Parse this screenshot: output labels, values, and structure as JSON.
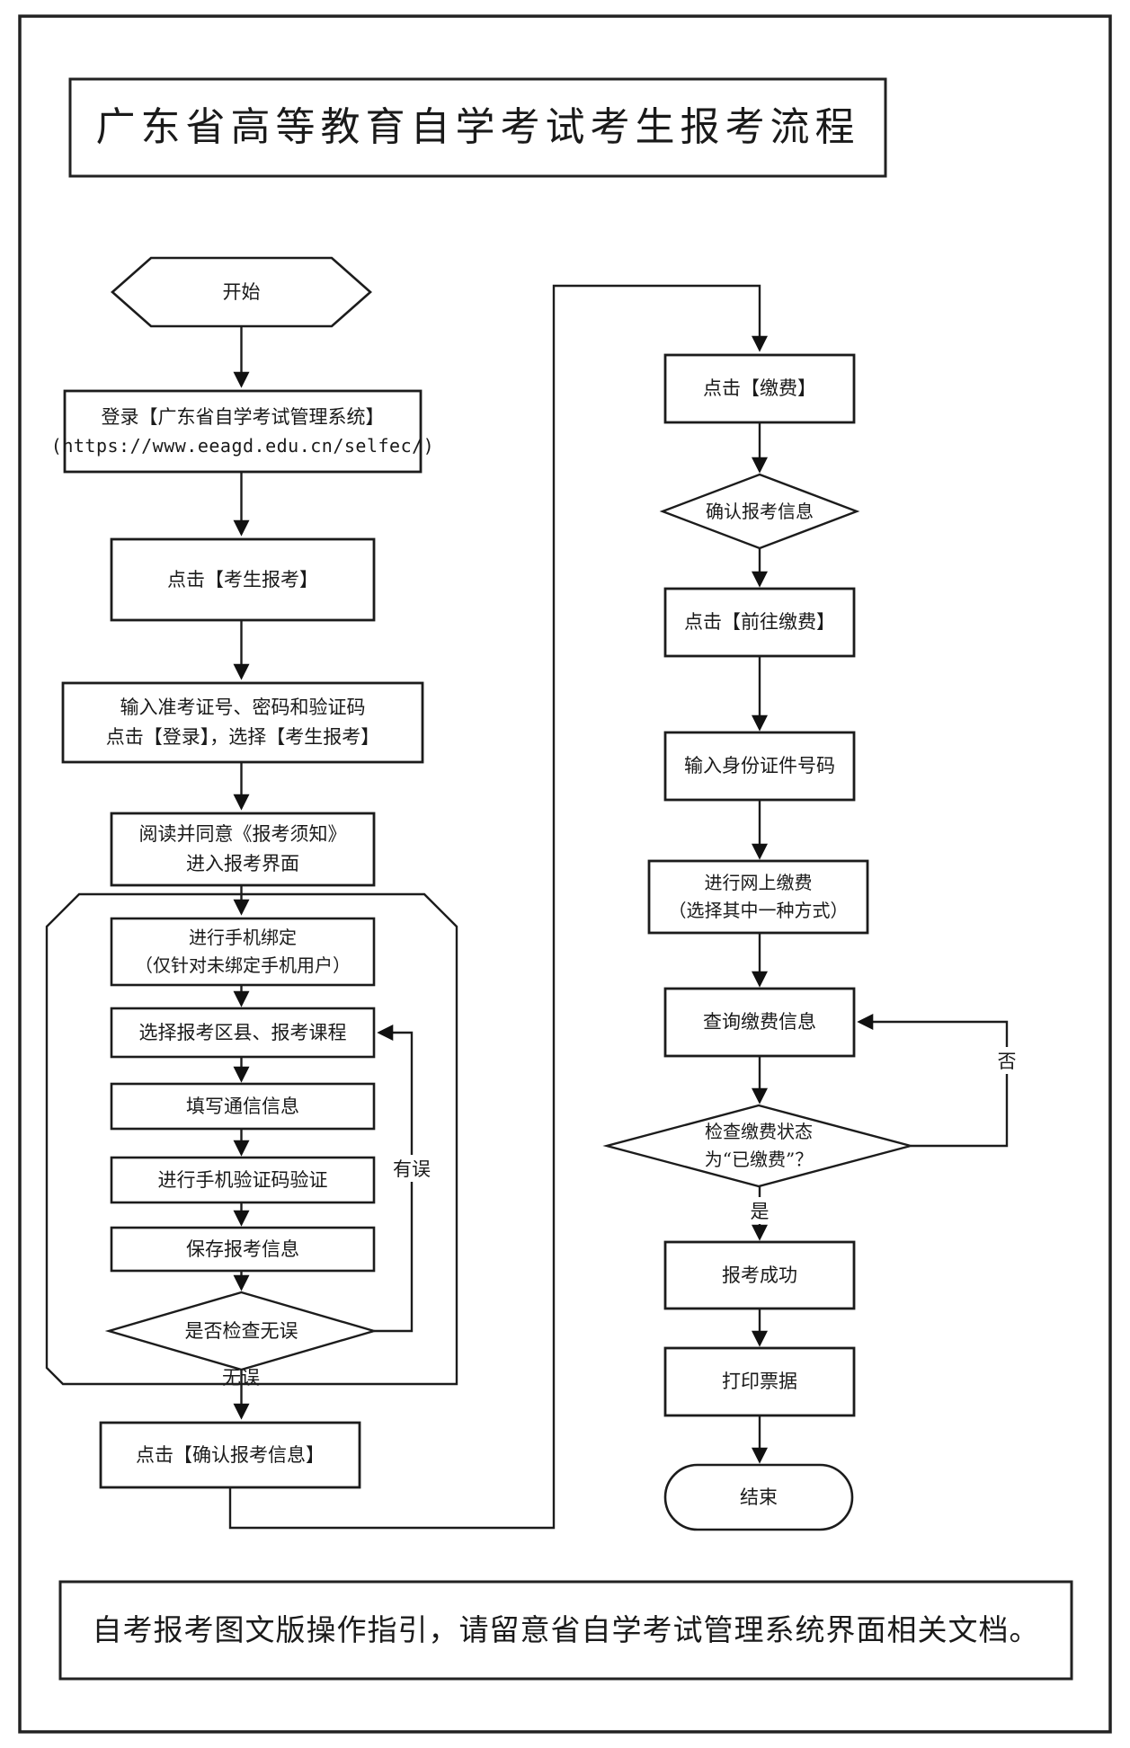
{
  "page": {
    "title": "广东省高等教育自学考试考生报考流程",
    "footer_note": "自考报考图文版操作指引，请留意省自学考试管理系统界面相关文档。"
  },
  "colors": {
    "ink": "#1c1c1c",
    "background": "#ffffff"
  },
  "flow": {
    "start": {
      "label": "开始"
    },
    "left": {
      "login": {
        "line1": "登录【广东省自学考试管理系统】",
        "line2": "(https://www.eeagd.edu.cn/selfec/)"
      },
      "click_candidate_register": {
        "label": "点击【考生报考】"
      },
      "enter_credentials": {
        "line1": "输入准考证号、密码和验证码",
        "line2": "点击【登录】，选择【考生报考】"
      },
      "read_notice": {
        "line1": "阅读并同意《报考须知》",
        "line2": "进入报考界面"
      },
      "bind_phone": {
        "line1": "进行手机绑定",
        "line2": "（仅针对未绑定手机用户）"
      },
      "select_courses": {
        "label": "选择报考区县、报考课程"
      },
      "fill_contact": {
        "label": "填写通信信息"
      },
      "verify_sms": {
        "label": "进行手机验证码验证"
      },
      "save_info": {
        "label": "保存报考信息"
      },
      "check_correct": {
        "label": "是否检查无误"
      },
      "edge_error": "有误",
      "edge_ok": "无误",
      "confirm_info": {
        "label": "点击【确认报考信息】"
      }
    },
    "right": {
      "click_pay": {
        "label": "点击【缴费】"
      },
      "confirm_reg_info": {
        "label": "确认报考信息"
      },
      "goto_pay": {
        "label": "点击【前往缴费】"
      },
      "enter_id": {
        "label": "输入身份证件号码"
      },
      "online_pay": {
        "line1": "进行网上缴费",
        "line2": "（选择其中一种方式）"
      },
      "query_pay": {
        "label": "查询缴费信息"
      },
      "check_paid": {
        "line1": "检查缴费状态",
        "line2": "为“已缴费”？"
      },
      "edge_no": "否",
      "edge_yes": "是",
      "success": {
        "label": "报考成功"
      },
      "print_receipt": {
        "label": "打印票据"
      },
      "end": {
        "label": "结束"
      }
    }
  }
}
